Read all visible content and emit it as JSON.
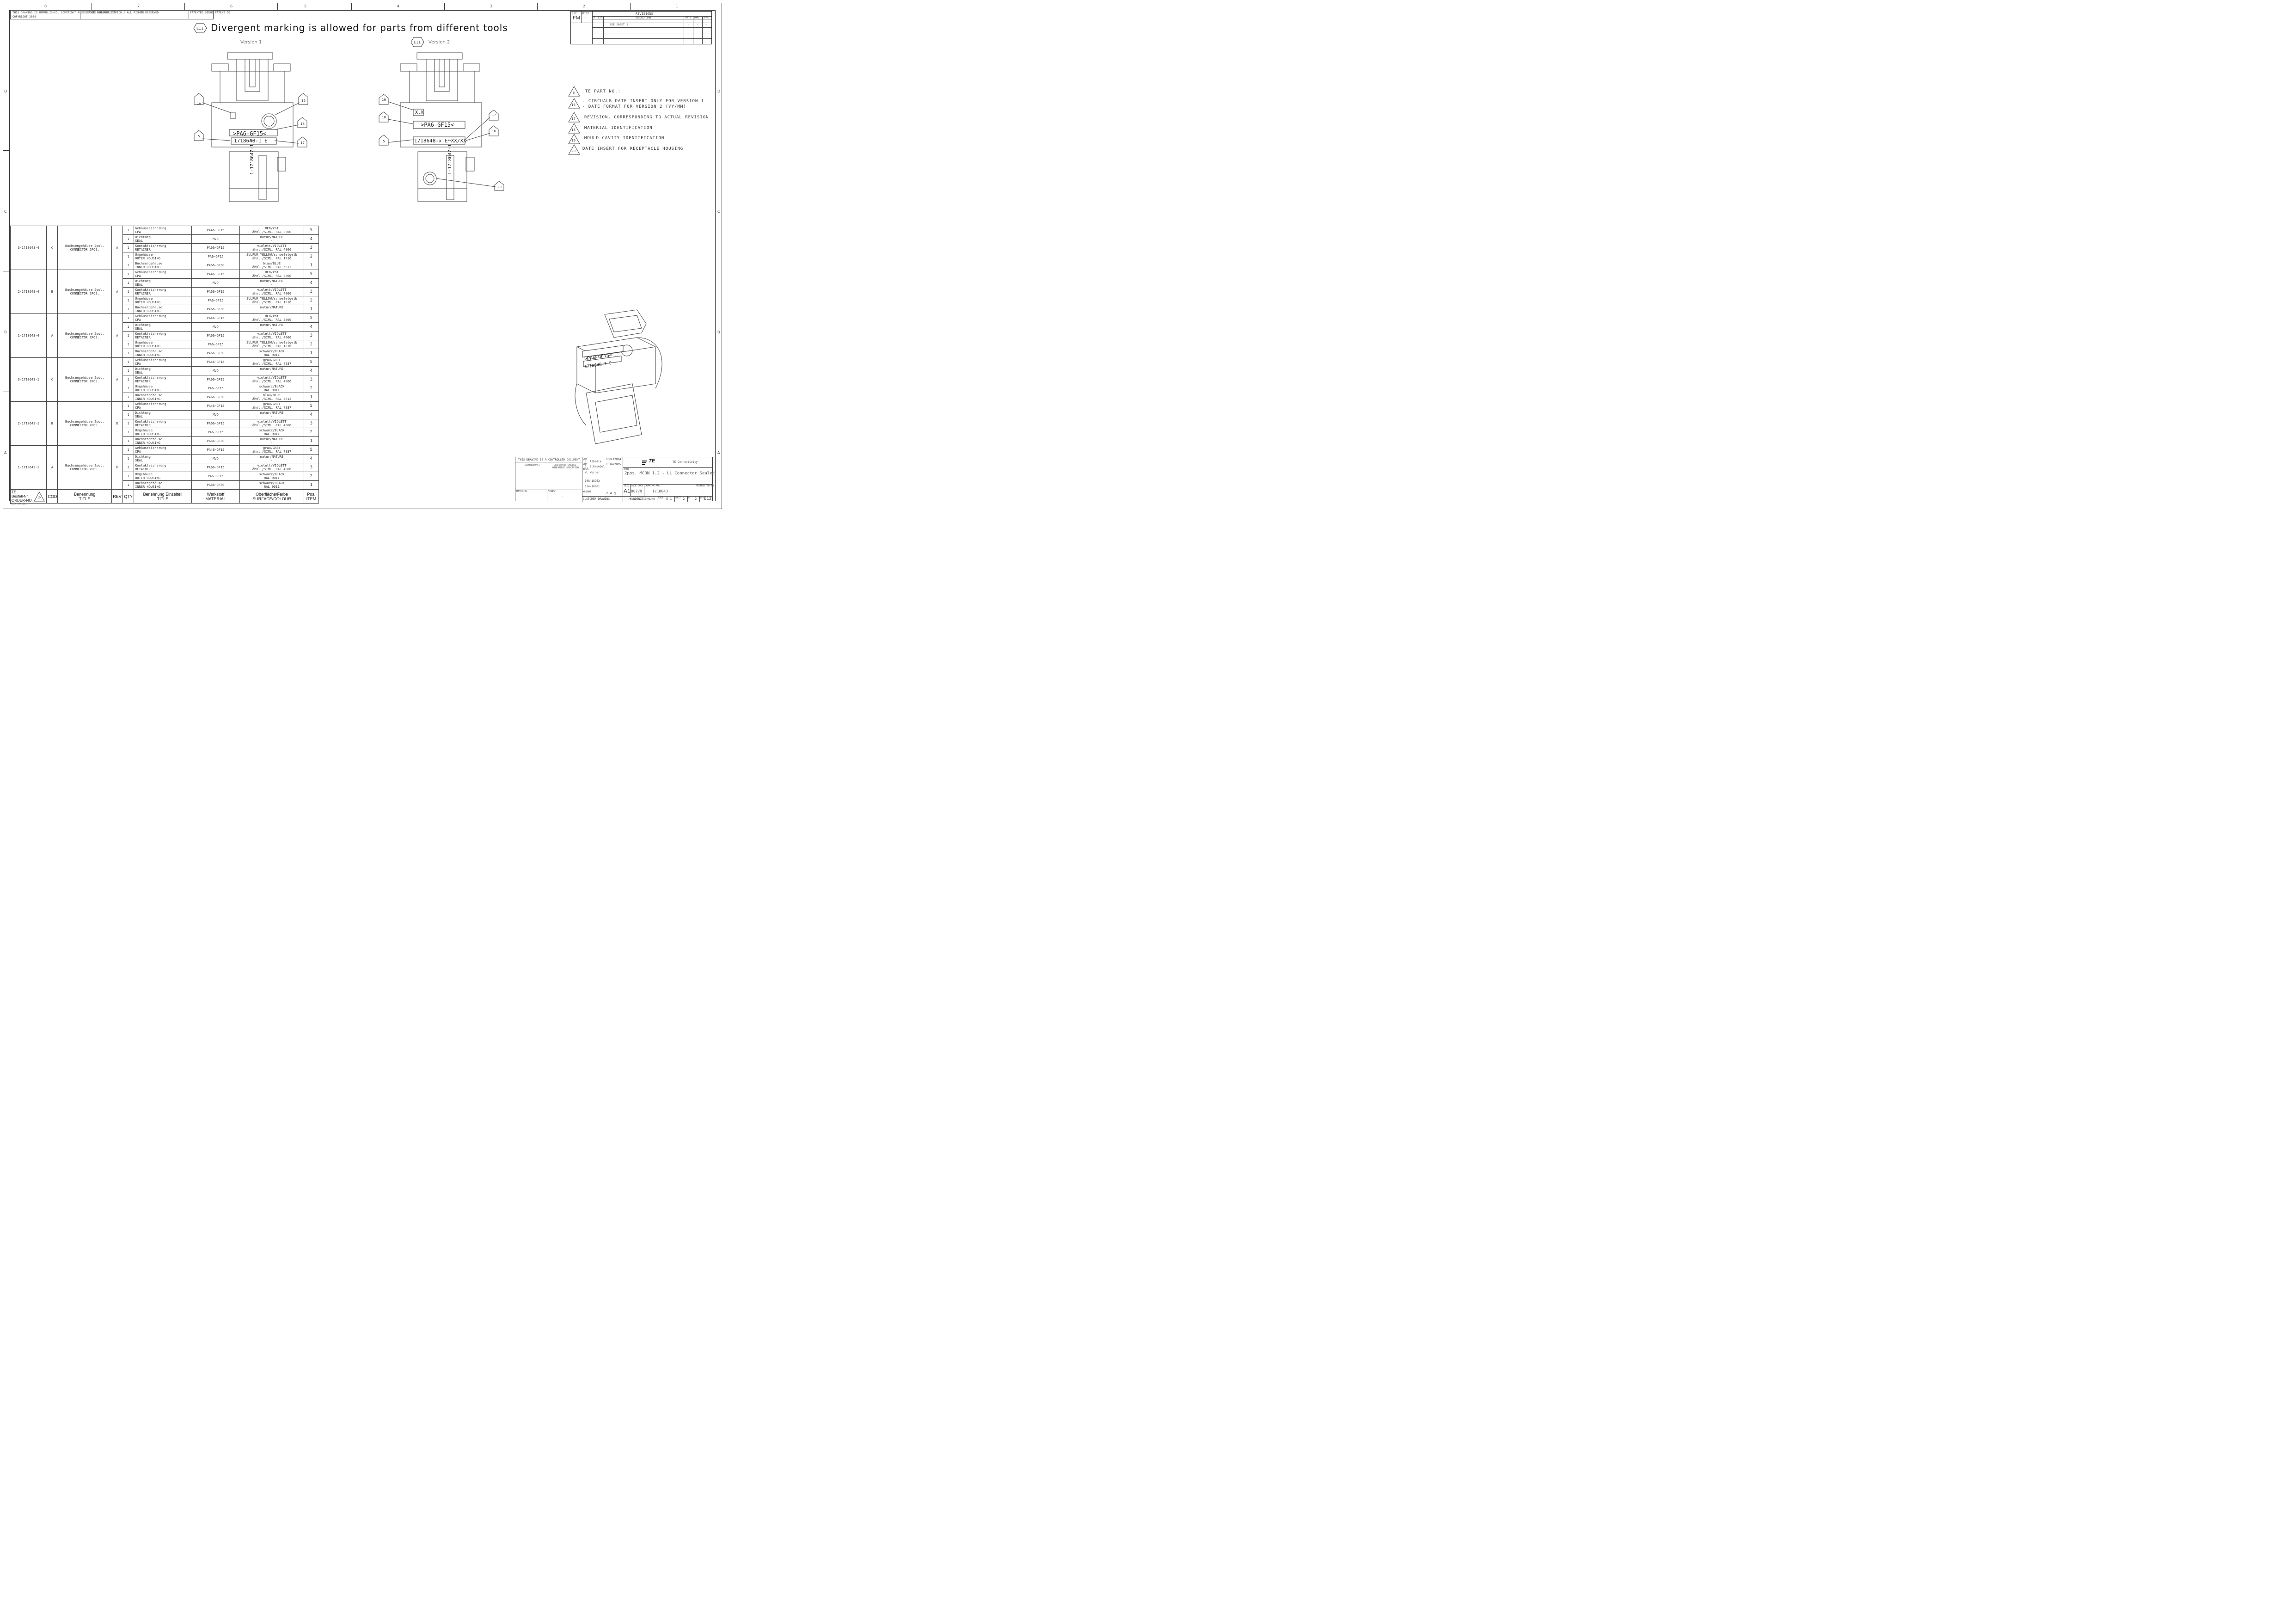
{
  "zones": {
    "top": [
      "8",
      "7",
      "6",
      "5",
      "4",
      "3",
      "2",
      "1"
    ],
    "side": [
      "D",
      "C",
      "B",
      "A"
    ]
  },
  "header_notes": {
    "copyright": "THIS DRAWING IS UNPUBLISHED. COPYRIGHT ALLE RECHTE VORBEHALTEN",
    "copyright_year": "COPYRIGHT 2004",
    "release": "RELEASED FOR PUBLICATION / ALL RIGHTS RESERVED",
    "year": "2006",
    "patent": "PATENTED SIEHE PATENT DE"
  },
  "marking_note": "Divergent marking is allowed for parts from different tools",
  "marking_tag": "E11",
  "views": {
    "v1_label": "Version 1",
    "v2_label": "Version 2",
    "v2_tag": "E11",
    "material_mark": ">PA6-GF15<",
    "part_mark_v1": "1718648-1  E",
    "part_mark_v2": "1718648-x E XX/XX",
    "insert_mark": "1-1718647-1  C",
    "cavity_v2": "X.X",
    "iso_mark": ">PA6-GF15<",
    "iso_part": "1718648-1  E"
  },
  "callouts": {
    "c5": "5",
    "c16": "16",
    "c17": "17",
    "c18": "18",
    "c19": "19",
    "c20": "20"
  },
  "legend": [
    {
      "tag": "5",
      "text": "TE PART NO.:"
    },
    {
      "tag": "16",
      "text": "- CIRCUALR DATE INSERT ONLY FOR VERSION 1"
    },
    {
      "tag": "",
      "text": "- DATE FORMAT FOR VERSION 2 (YY/MM)"
    },
    {
      "tag": "17",
      "text": "REVISION, CORRESPONDING TO ACTUAL REVISION"
    },
    {
      "tag": "18",
      "text": "MATERIAL IDENTIFICATION"
    },
    {
      "tag": "19",
      "text": "MOULD CAVITY IDENTIFICATION"
    },
    {
      "tag": "20",
      "text": "DATE INSERT FOR RECEPTACLE HOUSING"
    }
  ],
  "revisions": {
    "title": "REVISIONS",
    "loc_label": "LOC",
    "loc_value": "FM",
    "dist_label": "DIST",
    "dist_value": "-",
    "col_p": "P",
    "col_ltr": "LTR",
    "col_desc": "DESCRIPTION",
    "col_date": "DATE",
    "col_dwn": "DWN",
    "col_apvd": "APVD",
    "row_desc": "SEE SHEET 1",
    "row_date": "-",
    "row_dwn": "-",
    "row_apvd": "-"
  },
  "bom": {
    "groups": [
      {
        "order": "3-1718643-4",
        "cod": "C",
        "title_de": "Buchsengehäuse 2pol.",
        "title_en": "CONNECTOR 2POS.",
        "rev": "A",
        "items": [
          {
            "qty": "1",
            "de": "Gehäusesicherung",
            "en": "CPA",
            "mat": "PA46-GF15",
            "col1": "RED/rot",
            "col2": "ähnl./SIML. RAL 3000",
            "pos": "5"
          },
          {
            "qty": "1",
            "de": "Dichtung",
            "en": "SEAL",
            "mat": "MVQ",
            "col1": "natur/NATURE",
            "col2": "-",
            "pos": "4"
          },
          {
            "qty": "1",
            "de": "Kontaktsicherung",
            "en": "RETAINER",
            "mat": "PA66-GF15",
            "col1": "violett/VIOLETT",
            "col2": "ähnl./SIML. RAL 4006",
            "pos": "3"
          },
          {
            "qty": "1",
            "de": "Umgehäuse",
            "en": "OUTER HOUSING",
            "mat": "PA6-GF15",
            "col1": "SULFUR YELLOW/schwefelgelb",
            "col2": "ähnl./SIML. RAL 1016",
            "pos": "2"
          },
          {
            "qty": "1",
            "de": "Buchsengehäuse",
            "en": "INNER HOUSING",
            "mat": "PA66-GF30",
            "col1": "blau/BLUE",
            "col2": "ähnl./SIML. RAL 5012",
            "pos": "1"
          }
        ]
      },
      {
        "order": "2-1718643-4",
        "cod": "B",
        "title_de": "Buchsengehäuse 2pol.",
        "title_en": "CONNECTOR 2POS.",
        "rev": "A",
        "items": [
          {
            "qty": "1",
            "de": "Gehäusesicherung",
            "en": "CPA",
            "mat": "PA46-GF15",
            "col1": "RED/rot",
            "col2": "ähnl./SIML. RAL 3000",
            "pos": "5"
          },
          {
            "qty": "1",
            "de": "Dichtung",
            "en": "SEAL",
            "mat": "MVQ",
            "col1": "natur/NATURE",
            "col2": "-",
            "pos": "4"
          },
          {
            "qty": "1",
            "de": "Kontaktsicherung",
            "en": "RETAINER",
            "mat": "PA66-GF15",
            "col1": "violett/VIOLETT",
            "col2": "ähnl./SIML. RAL 4006",
            "pos": "3"
          },
          {
            "qty": "1",
            "de": "Umgehäuse",
            "en": "OUTER HOUSING",
            "mat": "PA6-GF15",
            "col1": "SULFUR YELLOW/schwefelgelb",
            "col2": "ähnl./SIML. RAL 1016",
            "pos": "2"
          },
          {
            "qty": "1",
            "de": "Buchsengehäuse",
            "en": "INNER HOUSING",
            "mat": "PA66-GF30",
            "col1": "natur/NATURE",
            "col2": "-",
            "pos": "1"
          }
        ]
      },
      {
        "order": "1-1718643-4",
        "cod": "A",
        "title_de": "Buchsengehäuse 2pol.",
        "title_en": "CONNECTOR 2POS.",
        "rev": "A",
        "items": [
          {
            "qty": "1",
            "de": "Gehäusesicherung",
            "en": "CPA",
            "mat": "PA46-GF15",
            "col1": "RED/rot",
            "col2": "ähnl./SIML. RAL 3000",
            "pos": "5"
          },
          {
            "qty": "1",
            "de": "Dichtung",
            "en": "SEAL",
            "mat": "MVQ",
            "col1": "natur/NATURE",
            "col2": "-",
            "pos": "4"
          },
          {
            "qty": "1",
            "de": "Kontaktsicherung",
            "en": "RETAINER",
            "mat": "PA66-GF15",
            "col1": "violett/VIOLETT",
            "col2": "ähnl./SIML. RAL 4006",
            "pos": "3"
          },
          {
            "qty": "1",
            "de": "Umgehäuse",
            "en": "OUTER HOUSING",
            "mat": "PA6-GF15",
            "col1": "SULFUR YELLOW/schwefelgelb",
            "col2": "ähnl./SIML. RAL 1016",
            "pos": "2"
          },
          {
            "qty": "1",
            "de": "Buchsengehäuse",
            "en": "INNER HOUSING",
            "mat": "PA66-GF30",
            "col1": "schwarz/BLACK",
            "col2": "RAL 9011",
            "pos": "1"
          }
        ]
      },
      {
        "order": "3-1718643-1",
        "cod": "C",
        "title_de": "Buchsengehäuse 2pol.",
        "title_en": "CONNECTOR 2POS.",
        "rev": "A",
        "items": [
          {
            "qty": "1",
            "de": "Gehäusesicherung",
            "en": "CPA",
            "mat": "PA46-GF15",
            "col1": "grau/GREY",
            "col2": "ähnl./SIML. RAL 7037",
            "pos": "5"
          },
          {
            "qty": "1",
            "de": "Dichtung",
            "en": "SEAL",
            "mat": "MVQ",
            "col1": "natur/NATURE",
            "col2": "-",
            "pos": "4"
          },
          {
            "qty": "1",
            "de": "Kontaktsicherung",
            "en": "RETAINER",
            "mat": "PA66-GF15",
            "col1": "violett/VIOLETT",
            "col2": "ähnl./SIML. RAL 4006",
            "pos": "3"
          },
          {
            "qty": "1",
            "de": "Umgehäuse",
            "en": "OUTER HOUSING",
            "mat": "PA6-GF15",
            "col1": "schwarz/BLACK",
            "col2": "RAL 9011",
            "pos": "2"
          },
          {
            "qty": "1",
            "de": "Buchsengehäuse",
            "en": "INNER HOUSING",
            "mat": "PA66-GF30",
            "col1": "blau/BLUE",
            "col2": "ähnl./SIML. RAL 5012",
            "pos": "1"
          }
        ]
      },
      {
        "order": "2-1718643-1",
        "cod": "B",
        "title_de": "Buchsengehäuse 2pol.",
        "title_en": "CONNECTOR 2POS.",
        "rev": "E",
        "items": [
          {
            "qty": "1",
            "de": "Gehäusesicherung",
            "en": "CPA",
            "mat": "PA46-GF15",
            "col1": "grau/GREY",
            "col2": "ähnl./SIML. RAL 7037",
            "pos": "5"
          },
          {
            "qty": "1",
            "de": "Dichtung",
            "en": "SEAL",
            "mat": "MVQ",
            "col1": "natur/NATURE",
            "col2": "-",
            "pos": "4"
          },
          {
            "qty": "1",
            "de": "Kontaktsicherung",
            "en": "RETAINER",
            "mat": "PA66-GF15",
            "col1": "violett/VIOLETT",
            "col2": "ähnl./SIML. RAL 4006",
            "pos": "3"
          },
          {
            "qty": "1",
            "de": "Umgehäuse",
            "en": "OUTER HOUSING",
            "mat": "PA6-GF15",
            "col1": "schwarz/BLACK",
            "col2": "RAL 9011",
            "pos": "2"
          },
          {
            "qty": "1",
            "de": "Buchsengehäuse",
            "en": "INNER HOUSING",
            "mat": "PA66-GF30",
            "col1": "natur/NATURE",
            "col2": "-",
            "pos": "1"
          }
        ]
      },
      {
        "order": "1-1718643-1",
        "cod": "A",
        "title_de": "Buchsengehäuse 2pol.",
        "title_en": "CONNECTOR 2POS.",
        "rev": "E",
        "items": [
          {
            "qty": "1",
            "de": "Gehäusesicherung",
            "en": "CPA",
            "mat": "PA46-GF15",
            "col1": "grau/GREY",
            "col2": "ähnl./SIML. RAL 7037",
            "pos": "5"
          },
          {
            "qty": "1",
            "de": "Dichtung",
            "en": "SEAL",
            "mat": "MVQ",
            "col1": "natur/NATURE",
            "col2": "-",
            "pos": "4"
          },
          {
            "qty": "1",
            "de": "Kontaktsicherung",
            "en": "RETAINER",
            "mat": "PA66-GF15",
            "col1": "violett/VIOLETT",
            "col2": "ähnl./SIML. RAL 4006",
            "pos": "3"
          },
          {
            "qty": "1",
            "de": "Umgehäuse",
            "en": "OUTER HOUSING",
            "mat": "PA6-GF15",
            "col1": "schwarz/BLACK",
            "col2": "RAL 9011",
            "pos": "2"
          },
          {
            "qty": "1",
            "de": "Buchsengehäuse",
            "en": "INNER HOUSING",
            "mat": "PA66-GF30",
            "col1": "schwarz/BLACK",
            "col2": "RAL 9011",
            "pos": "1"
          }
        ]
      }
    ],
    "header": {
      "order_l1": "TE",
      "order_l2": "Bestell-Nr.",
      "order_l3": "ORDER-NO.",
      "order_tag": "10",
      "cod": "COD",
      "title_de": "Benennung",
      "title_en": "TITLE",
      "rev": "REV",
      "qty": "QTY",
      "item_de": "Benennung Einzelteil",
      "item_en": "TITLE",
      "mat_de": "Werkstoff",
      "mat_en": "MATERIAL",
      "surf_de": "Oberfläche/Farbe",
      "surf_en": "SURFACE/COLOUR",
      "pos_de": "Pos.",
      "pos_en": "ITEM"
    }
  },
  "title_block": {
    "controlled": "THIS DRAWING IS A CONTROLLED DOCUMENT.",
    "dwn_label": "DWN",
    "dwn_name": "L. Albadie",
    "dwn_date": "06OCT2004",
    "chk_label": "CHK",
    "chk_name": "J. Schroebel",
    "chk_date": "13JAN2005",
    "appvd_label": "APVD",
    "appvd_name": "W. Werner",
    "product_spec": "108-18962",
    "application_spec": "114-18001",
    "weight_label": "WEIGHT",
    "weight": "2.4 g",
    "company": "TE Connectivity",
    "logo": "TE",
    "name_label": "NAME",
    "description": "2pos. MCON 1.2 - LL Connector Sealed",
    "size_label": "SIZE",
    "size": "A1",
    "cage_label": "CAGE CODE",
    "cage": "00779",
    "dwg_label": "DRAWING NO.",
    "dwg": "1718643",
    "restricted_label": "RESTRICTED TO",
    "restricted": "-",
    "scale_label": "SCALE",
    "scale": "5:1",
    "sheet_label": "SHEET",
    "sheet": "2",
    "of_label": "OF",
    "of": "2",
    "rev_label": "REV",
    "rev": "E12",
    "customer": "CUSTOMER DRAWING",
    "kundenzeichnung": "/KUNDENZEICHNUNG",
    "material_label": "MATERIAL",
    "finish_label": "FINISH",
    "finish": "-",
    "dimensions": "DIMENSIONS:",
    "tolerances": "TOLERANCES UNLESS OTHERWISE SPECIFIED"
  },
  "footer_id": "4805 10/11/1"
}
